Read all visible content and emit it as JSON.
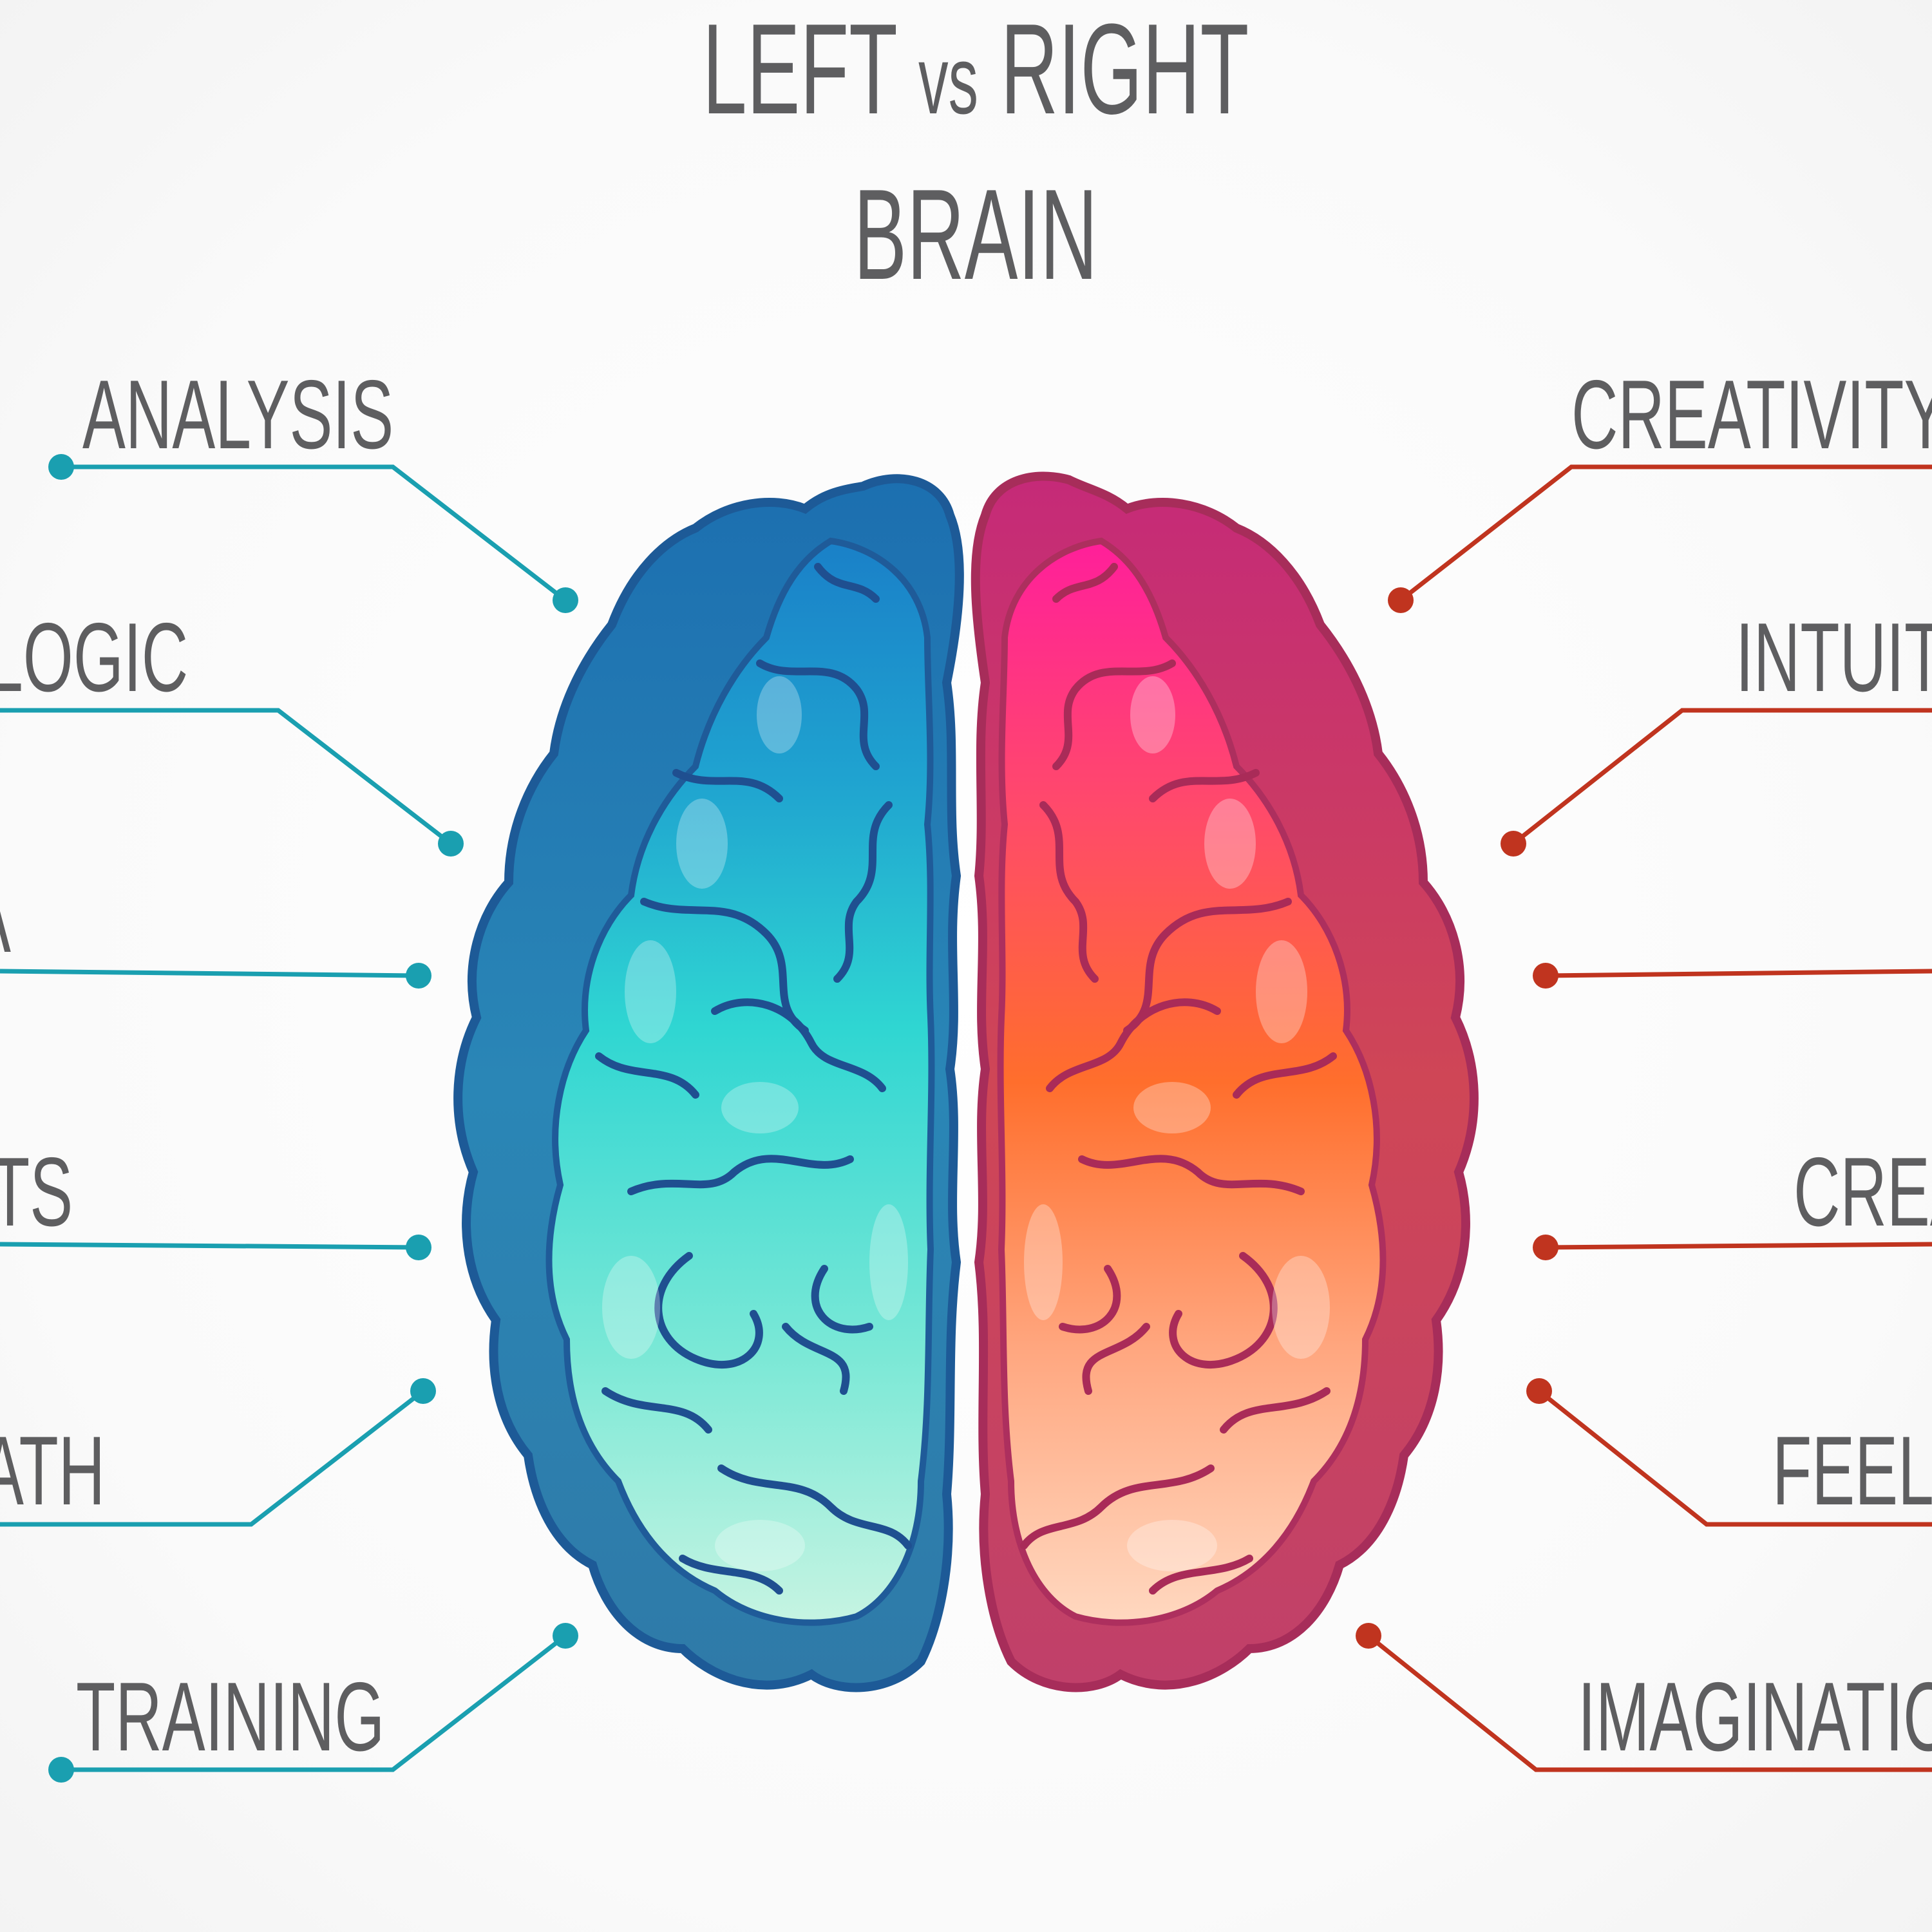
{
  "title": {
    "line1_left": "LEFT",
    "line1_vs": "vs",
    "line1_right": "RIGHT",
    "line2": "BRAIN"
  },
  "left_labels": [
    {
      "text": "ANALYSIS"
    },
    {
      "text": "LOGIC"
    },
    {
      "text": "A"
    },
    {
      "text": "TS"
    },
    {
      "text": "ATH"
    },
    {
      "text": "TRAINING"
    }
  ],
  "right_labels": [
    {
      "text": "CREATIVITY"
    },
    {
      "text": "INTUIT"
    },
    {
      "text": ""
    },
    {
      "text": "CREA"
    },
    {
      "text": "FEELI"
    },
    {
      "text": "IMAGINATIO"
    }
  ],
  "colors": {
    "text": "#5e5e60",
    "left_connector": "#1a9fb0",
    "right_connector": "#c0341f",
    "left_brain_outline": "#1e5d9c",
    "left_brain_fill_top": "#1f8fd0",
    "left_brain_fill_mid": "#30d4d4",
    "left_brain_fill_bottom": "#b8f2e0",
    "right_brain_outline": "#b0335e",
    "right_brain_fill_top": "#ff2c96",
    "right_brain_fill_mid": "#ff6a2a",
    "right_brain_fill_bottom": "#ffd6b8"
  }
}
